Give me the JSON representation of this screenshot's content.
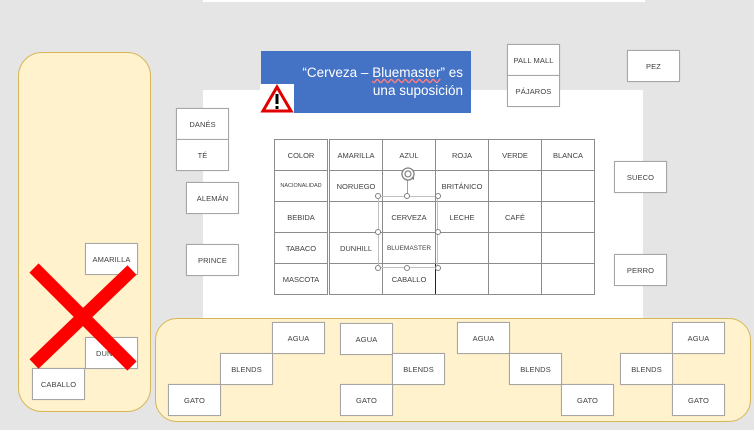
{
  "callout": {
    "prefix": "“Cerveza – ",
    "underlined": "Bluemaster",
    "suffix": "” es una suposición",
    "warning_icon": "warning-triangle-icon",
    "bg_color": "#4472c4"
  },
  "grid": {
    "row_headers": [
      "COLOR",
      "NACIONALIDAD",
      "BEBIDA",
      "TABACO",
      "MASCOTA"
    ],
    "rows": [
      [
        "AMARILLA",
        "AZUL",
        "ROJA",
        "VERDE",
        "BLANCA"
      ],
      [
        "NORUEGO",
        "",
        "BRITÁNICO",
        "",
        ""
      ],
      [
        "",
        "CERVEZA",
        "LECHE",
        "CAFÉ",
        ""
      ],
      [
        "DUNHILL",
        "BLUEMASTER",
        "",
        "",
        ""
      ],
      [
        "",
        "CABALLO",
        "",
        "",
        ""
      ]
    ],
    "rotate_icon": "rotate-handle-icon"
  },
  "loose_cards": {
    "danes": "DANÉS",
    "te": "TÉ",
    "aleman": "ALEMÁN",
    "prince": "PRINCE",
    "pall_mall": "PALL MALL",
    "pajaros": "PÁJAROS",
    "pez": "PEZ",
    "sueco": "SUECO",
    "perro": "PERRO"
  },
  "discarded_panel": {
    "cards": [
      "AMARILLA",
      "DUNHILL",
      "CABALLO"
    ],
    "cross_icon": "red-x-icon",
    "cross_color": "#ff0000"
  },
  "options_panel": {
    "groups": [
      {
        "agua": "AGUA",
        "blends": "BLENDS",
        "gato": "GATO"
      },
      {
        "agua": "AGUA",
        "blends": "BLENDS",
        "gato": "GATO"
      },
      {
        "agua": "AGUA",
        "blends": "BLENDS",
        "gato": "GATO"
      },
      {
        "agua": "AGUA",
        "blends": "BLENDS",
        "gato": "GATO"
      }
    ]
  }
}
